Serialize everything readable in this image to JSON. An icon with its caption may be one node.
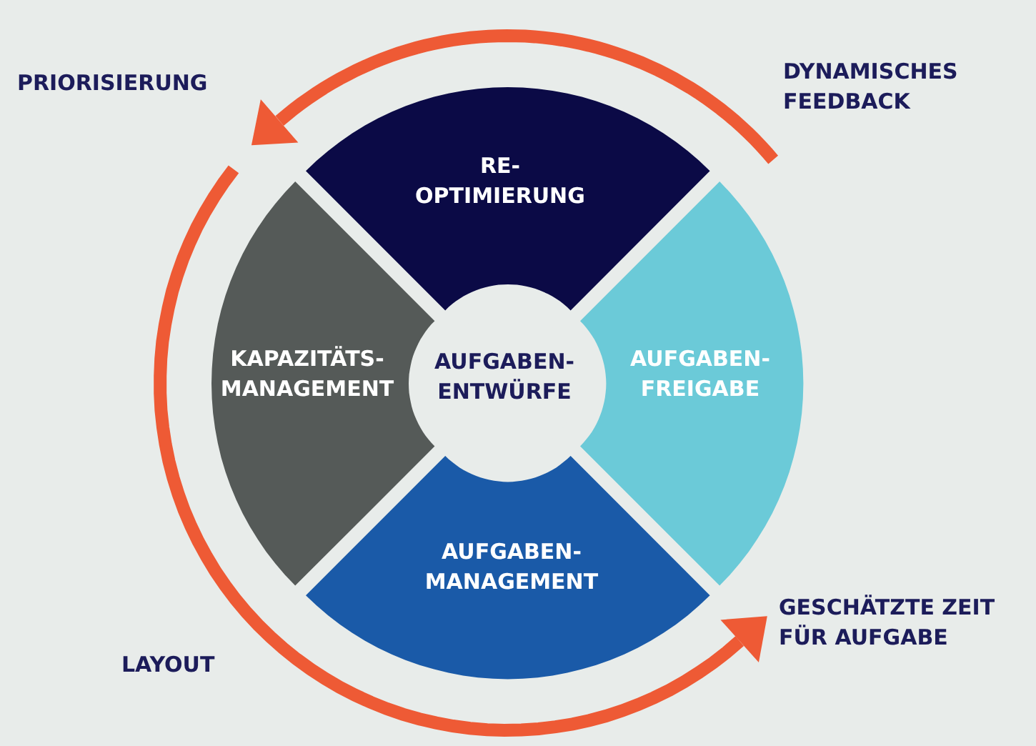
{
  "diagram": {
    "nodes": [
      {
        "text": [
          "RE-OPTIMIERUNG"
        ]
      },
      {
        "text": [
          "KAPAZITÄTS-MANAGEMENT"
        ]
      },
      {
        "text": [
          "AUFGABEN-ENTWÜRFE"
        ]
      },
      {
        "text": [
          "AUFGABEN-FREIGABE"
        ]
      },
      {
        "text": [
          "AUFGABEN-MANAGEMENT"
        ]
      }
    ],
    "edges": [],
    "labels": [
      "PRIORISIERUNG",
      "DYNAMISCHES FEEDBACK",
      "LAYOUT",
      "GESCHÄTZTE ZEIT FÜR AUFGABE"
    ]
  }
}
